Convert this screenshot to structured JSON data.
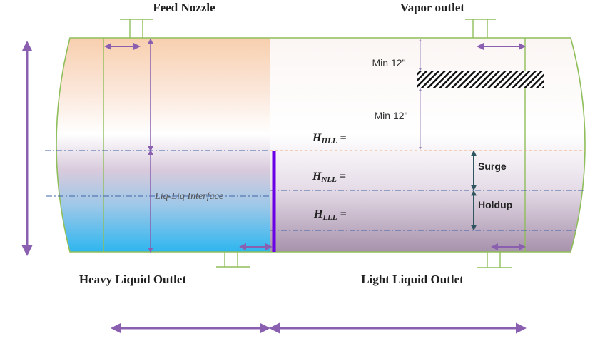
{
  "labels": {
    "feed_nozzle": "Feed Nozzle",
    "vapor_outlet": "Vapor outlet",
    "heavy_liquid_outlet": "Heavy Liquid Outlet",
    "light_liquid_outlet": "Light Liquid Outlet",
    "min_12_top": "Min 12\"",
    "min_12_bottom": "Min 12\"",
    "liq_liq_interface": "Liq-Liq Interface",
    "surge": "Surge",
    "holdup": "Holdup"
  },
  "levels": {
    "hll": {
      "prefix": "H",
      "sub": "HLL",
      "suffix": " ="
    },
    "nll": {
      "prefix": "H",
      "sub": "NLL",
      "suffix": " ="
    },
    "lll": {
      "prefix": "H",
      "sub": "LLL",
      "suffix": " ="
    }
  },
  "colors": {
    "vessel_outline": "#8fbe5a",
    "dimension_arrow": "#8a5fb0",
    "level_arrow": "#2f5560",
    "weir": "#6a00e6",
    "heavy_liquid_blue": "#35b8ee",
    "top_peach": "#f8cfae"
  }
}
